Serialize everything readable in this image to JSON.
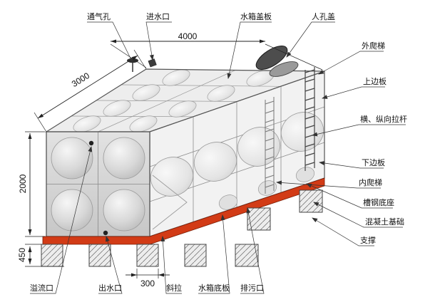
{
  "diagram": {
    "labels": {
      "vent_hole": "通气孔",
      "water_inlet": "进水口",
      "tank_cover_plate": "水箱盖板",
      "manhole_cover": "人孔盖",
      "external_ladder": "外爬梯",
      "upper_side_plate": "上边板",
      "tie_rods": "横、纵向拉杆",
      "lower_side_plate": "下边板",
      "internal_ladder": "内爬梯",
      "channel_steel_base": "槽钢底座",
      "concrete_foundation": "混凝土基础",
      "support": "支撑",
      "overflow_port": "溢流口",
      "water_outlet": "出水口",
      "diagonal_brace": "斜拉",
      "tank_bottom_plate": "水箱底板",
      "drain_port": "排污口"
    },
    "dimensions": {
      "length": "4000",
      "width": "3000",
      "height": "2000",
      "foundation_height": "450",
      "support_width": "300"
    },
    "colors": {
      "base_red": "#d23b16",
      "panel_gray": "#d9d9d9",
      "line": "#333333"
    }
  }
}
